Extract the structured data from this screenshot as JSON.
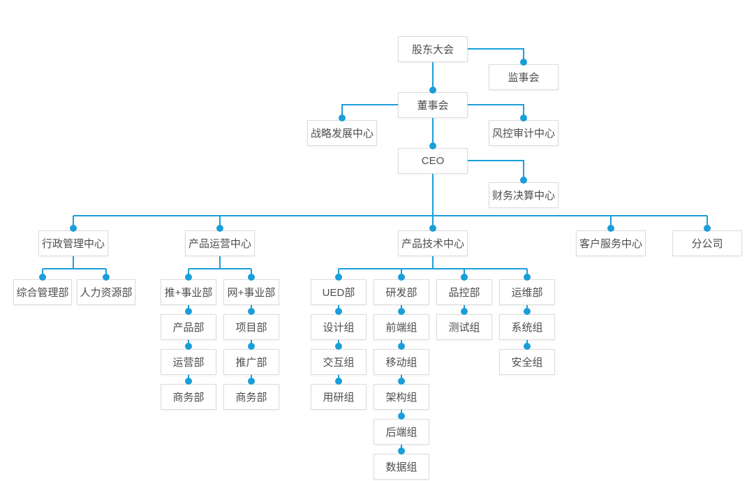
{
  "chart": {
    "governance": {
      "shareholders_meeting": {
        "label": "股东大会"
      },
      "supervisory_board": {
        "label": "监事会"
      },
      "board_of_directors": {
        "label": "董事会"
      },
      "strategy_center": {
        "label": "战略发展中心"
      },
      "risk_audit_center": {
        "label": "风控审计中心"
      },
      "ceo": {
        "label": "CEO"
      },
      "finance_center": {
        "label": "财务决算中心"
      }
    },
    "centers": {
      "admin": {
        "label": "行政管理中心",
        "departments": [
          {
            "label": "综合管理部"
          },
          {
            "label": "人力资源部"
          }
        ]
      },
      "product_ops": {
        "label": "产品运营中心",
        "divisions": [
          {
            "label": "推+事业部",
            "chain": [
              "产品部",
              "运营部",
              "商务部"
            ]
          },
          {
            "label": "网+事业部",
            "chain": [
              "项目部",
              "推广部",
              "商务部"
            ]
          }
        ]
      },
      "product_tech": {
        "label": "产品技术中心",
        "departments": [
          {
            "label": "UED部",
            "teams": [
              "设计组",
              "交互组",
              "用研组"
            ]
          },
          {
            "label": "研发部",
            "teams": [
              "前端组",
              "移动组",
              "架构组",
              "后端组",
              "数据组"
            ]
          },
          {
            "label": "品控部",
            "teams": [
              "测试组"
            ]
          },
          {
            "label": "运维部",
            "teams": [
              "系统组",
              "安全组"
            ]
          }
        ]
      },
      "customer_service": {
        "label": "客户服务中心"
      },
      "branch_company": {
        "label": "分公司"
      }
    }
  },
  "colors": {
    "connector": "#1a9ed9",
    "node_border": "#dcdcdc",
    "node_background": "#ffffff",
    "node_text": "#4d4d4d",
    "page_background": "#ffffff"
  }
}
